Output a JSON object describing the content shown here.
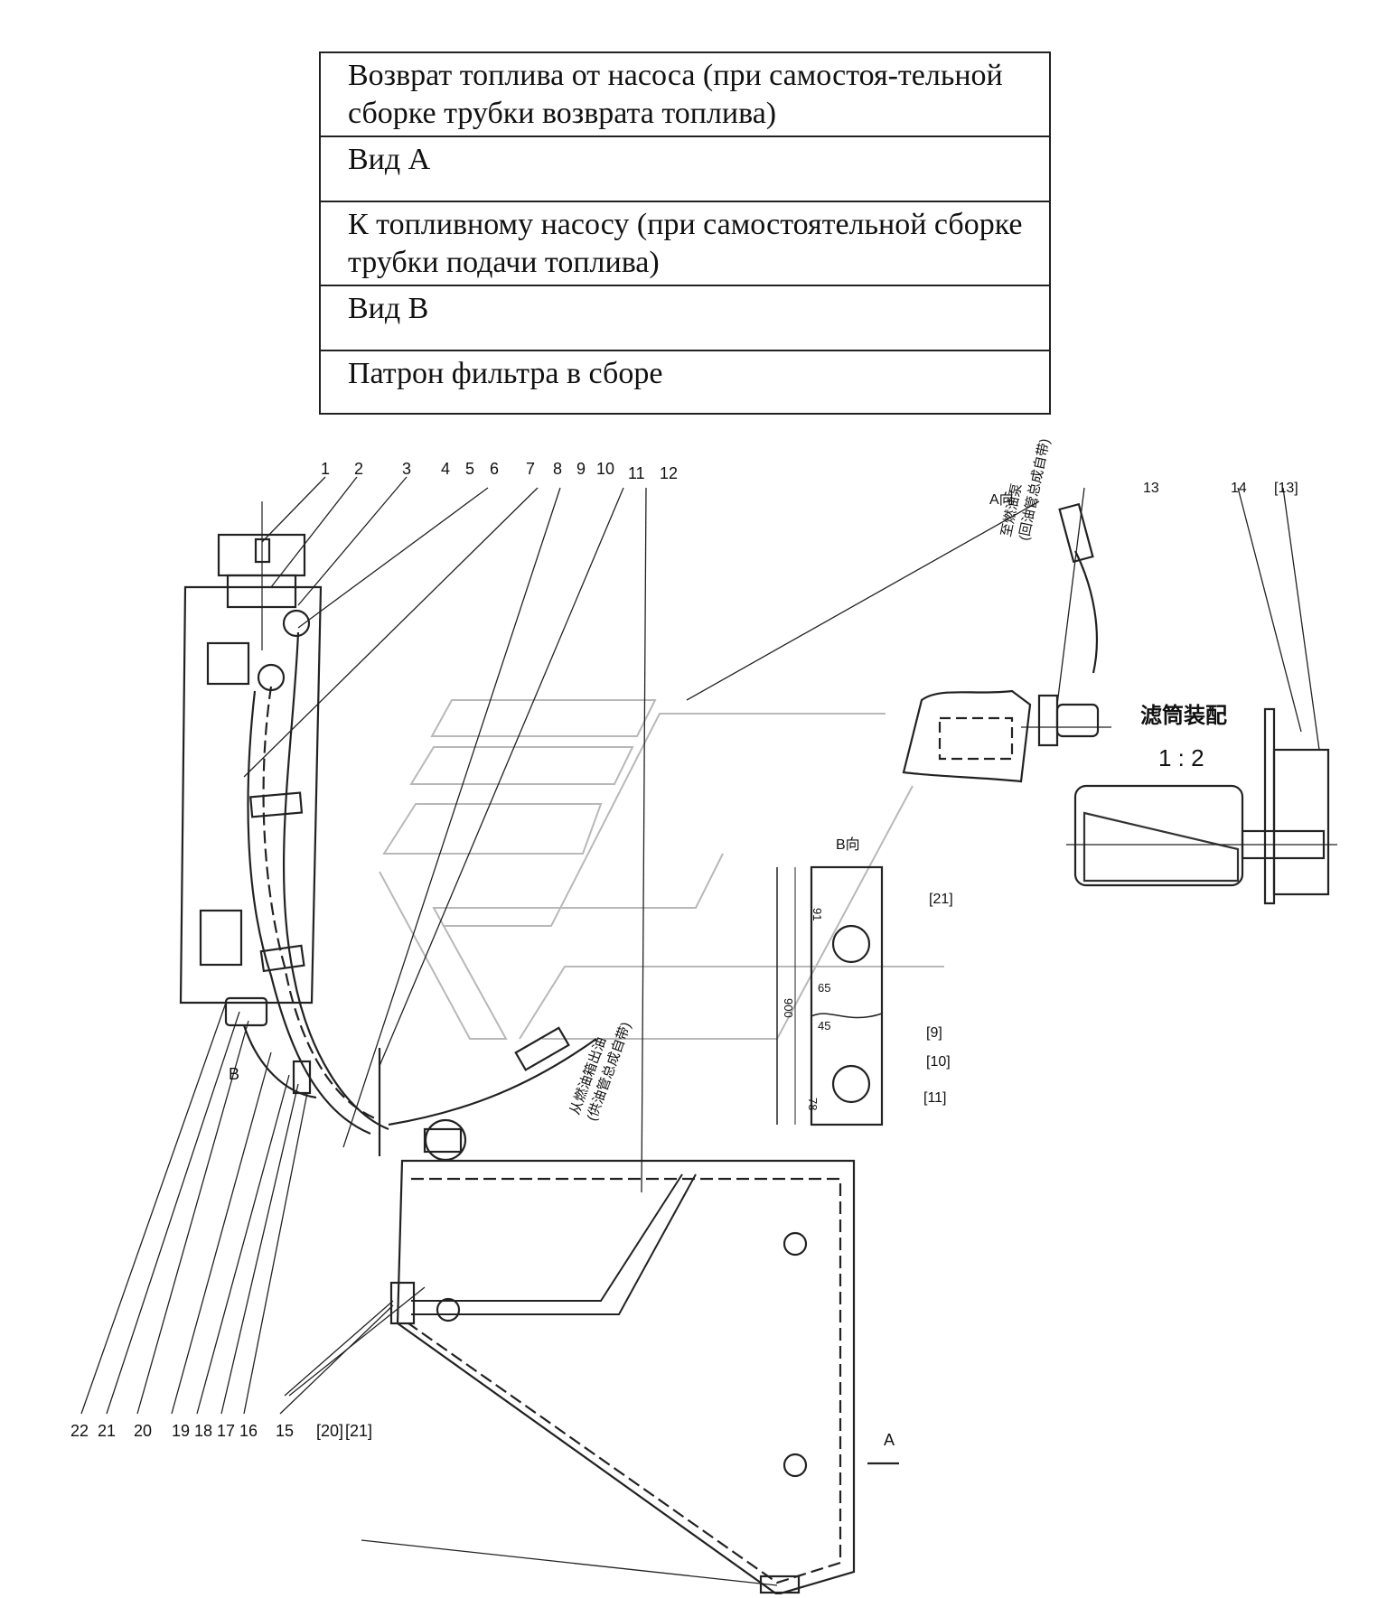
{
  "legend": {
    "rows": [
      "Возврат топлива от насоса (при самостоя-тельной сборке трубки возврата топлива)",
      "Вид А",
      "К топливному насосу (при самостоятельной сборке трубки подачи топлива)",
      "Вид В",
      "Патрон фильтра в сборе"
    ]
  },
  "drawing": {
    "top_callouts": [
      "1",
      "2",
      "3",
      "4",
      "5",
      "6",
      "7",
      "8",
      "9",
      "10",
      "11",
      "12"
    ],
    "right_callouts": [
      "13",
      "14",
      "[13]"
    ],
    "bottom_callouts": [
      "22",
      "21",
      "20",
      "19",
      "18",
      "17",
      "16",
      "15",
      "[20]",
      "[21]"
    ],
    "view_b_callouts": [
      "[21]",
      "[9]",
      "[10]",
      "[11]"
    ],
    "view_a_label": "A向",
    "view_b_label": "B向",
    "filter_label": "滤筒装配",
    "scale_label": "1 : 2",
    "view_marker_a": "A",
    "view_marker_b": "B",
    "return_note": [
      "至燃油泵",
      "(回油管总成自带)"
    ],
    "supply_note": [
      "从燃油箱出油",
      "(供油管总成自带)"
    ],
    "dimensions": [
      "91",
      "65",
      "45",
      "900",
      "78"
    ]
  }
}
